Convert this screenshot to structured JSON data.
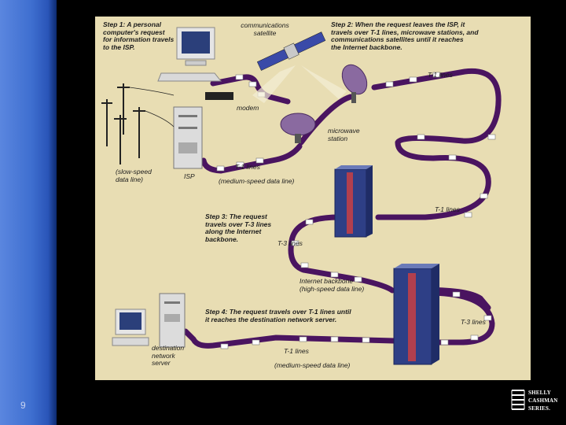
{
  "slide": {
    "page_number": "9"
  },
  "labels": {
    "step1": "Step 1: A personal\ncomputer's request\nfor information travels\nto the ISP.",
    "comm_satellite": "communications\nsatellite",
    "step2": "Step 2: When the request leaves the ISP, it\ntravels over T-1 lines, microwave stations, and\ncommunications satellites until it reaches\nthe Internet backbone.",
    "t1_top": "T-1 lines",
    "modem": "modem",
    "microwave_station": "microwave\nstation",
    "slow_speed": "(slow-speed\ndata line)",
    "isp": "ISP",
    "t1_mid": "T-1 lines",
    "medium_speed_mid": "(medium-speed data line)",
    "t1_right": "T-1 lines",
    "step3": "Step 3: The request\ntravels over T-3 lines\nalong the Internet\nbackbone.",
    "t3_left": "T-3 lines",
    "internet_backbone": "Internet backbone\n(high-speed data line)",
    "t3_right": "T-3 lines",
    "step4": "Step 4: The request travels over T-1 lines until\nit reaches the destination network server.",
    "destination": "destination\nnetwork\nserver",
    "t1_bottom": "T-1 lines",
    "medium_speed_bottom": "(medium-speed data line)"
  },
  "logo": {
    "line1": "SHELLY",
    "line2": "CASHMAN",
    "line3": "SERIES."
  },
  "colors": {
    "data_line": "#4a1460",
    "background": "#e8ddb3",
    "sidebar": "#3f6fd0"
  }
}
